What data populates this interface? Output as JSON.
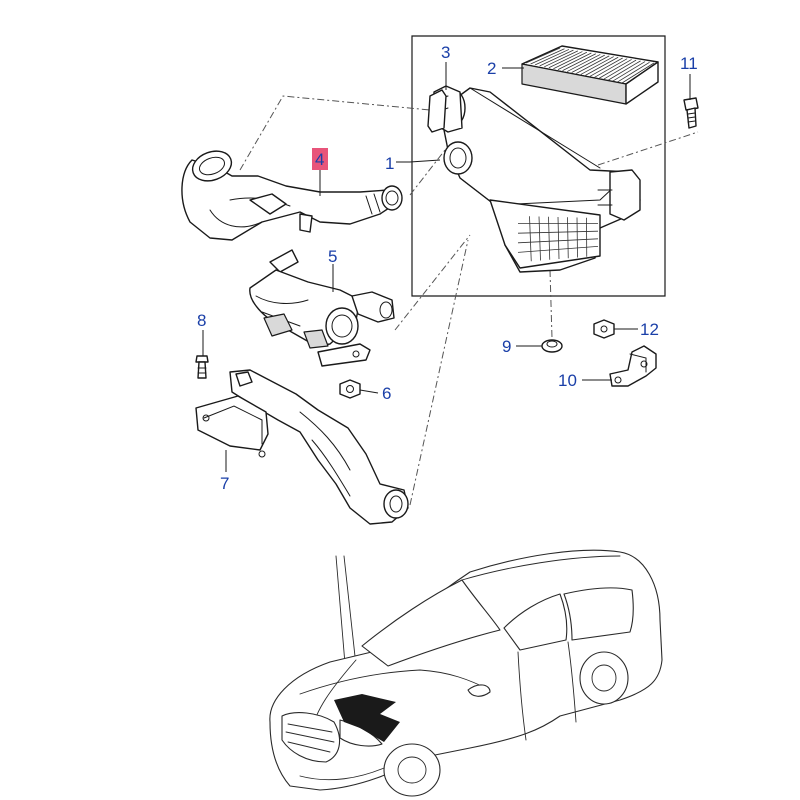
{
  "colors": {
    "callout_text": "#1a3fa8",
    "highlight_box": "#e8547a",
    "line": "#1a1a1a"
  },
  "callouts": [
    {
      "number": "1"
    },
    {
      "number": "2"
    },
    {
      "number": "3"
    },
    {
      "number": "4",
      "highlighted": true
    },
    {
      "number": "5"
    },
    {
      "number": "6"
    },
    {
      "number": "7"
    },
    {
      "number": "8"
    },
    {
      "number": "9"
    },
    {
      "number": "10"
    },
    {
      "number": "11"
    },
    {
      "number": "12"
    }
  ]
}
